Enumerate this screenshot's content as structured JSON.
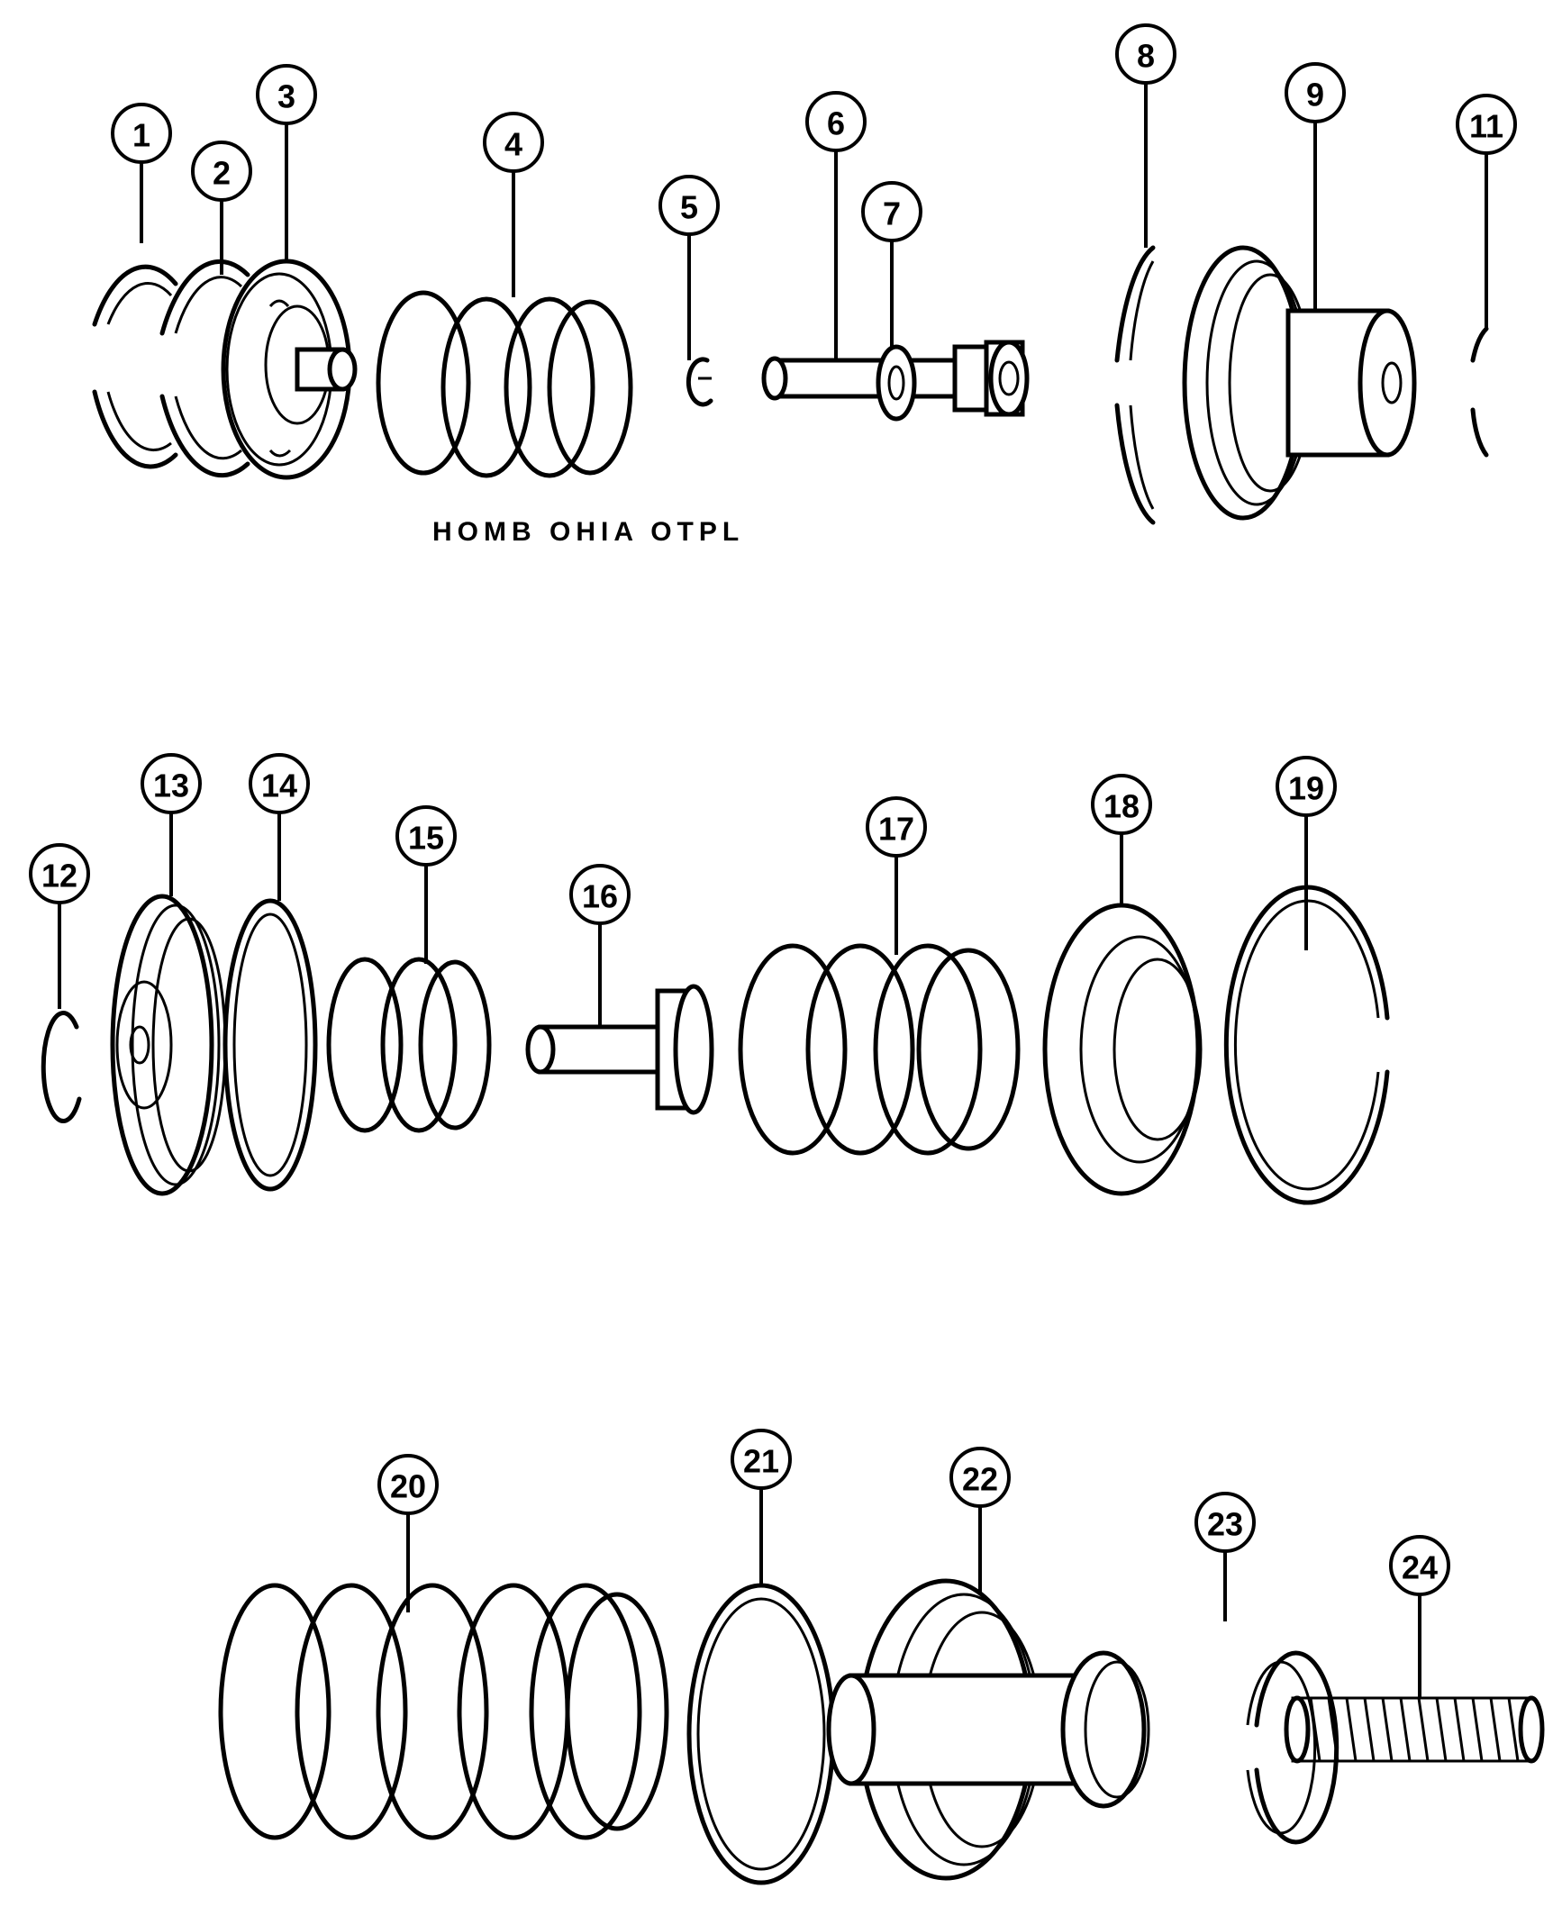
{
  "diagram": {
    "callouts": [
      "1",
      "2",
      "3",
      "4",
      "5",
      "6",
      "7",
      "8",
      "9",
      "11",
      "12",
      "13",
      "14",
      "15",
      "16",
      "17",
      "18",
      "19",
      "20",
      "21",
      "22",
      "23",
      "24"
    ],
    "partial_caption": "HOMB OHIA OTPL"
  },
  "colors": {
    "line": "#000000",
    "background": "#ffffff"
  }
}
